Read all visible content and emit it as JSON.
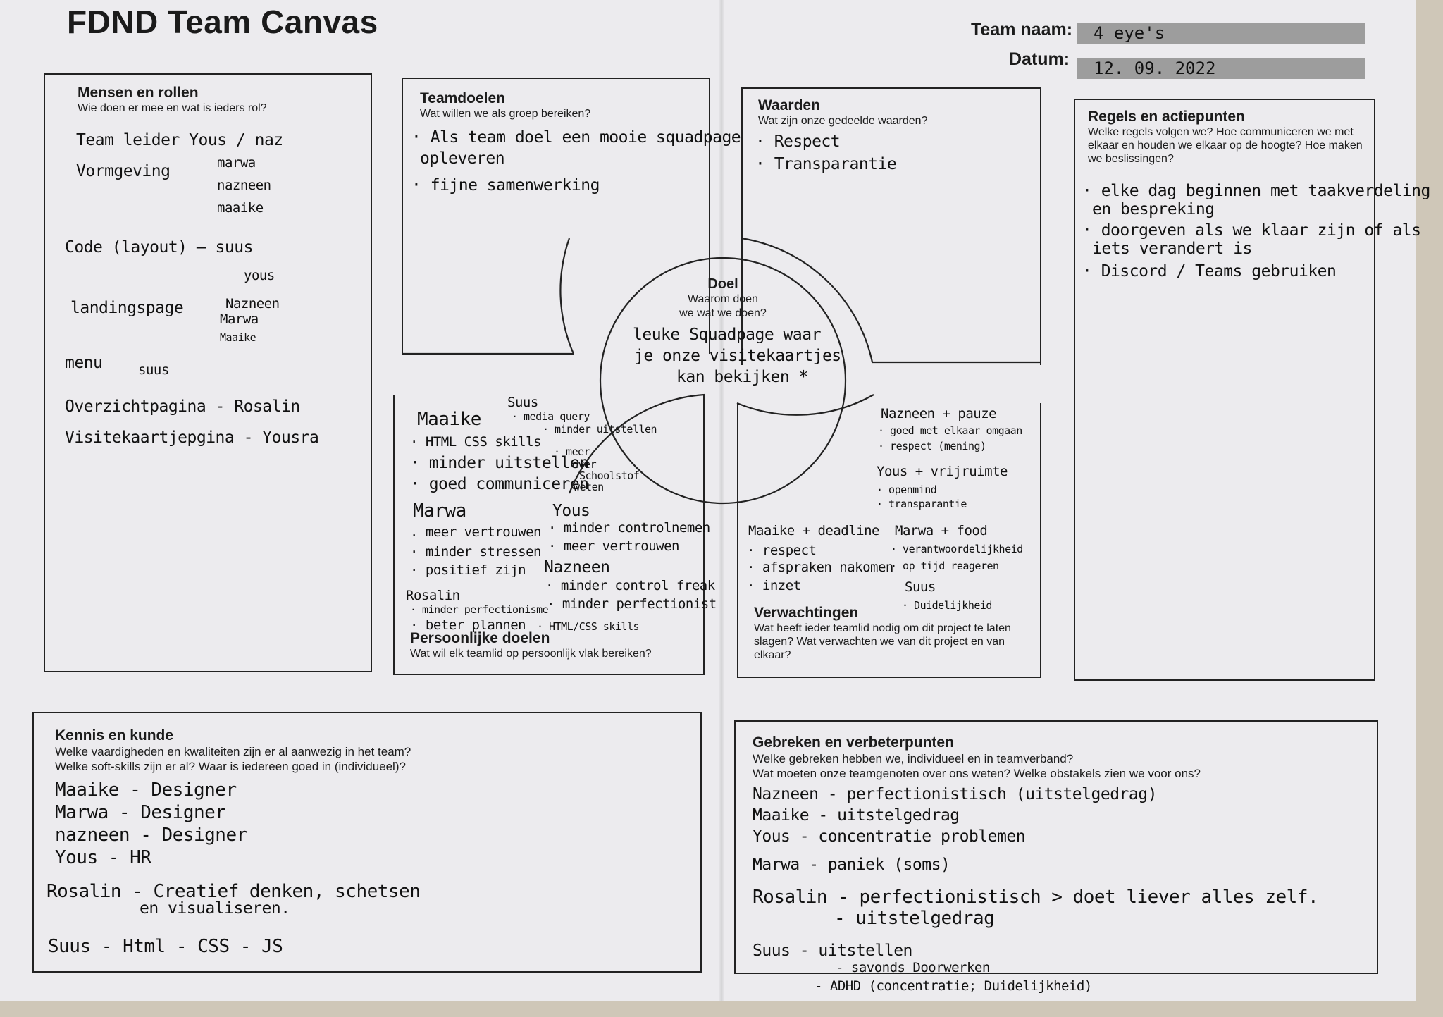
{
  "header": {
    "title": "FDND Team Canvas",
    "team_label": "Team naam:",
    "team_value": "4 eye's",
    "date_label": "Datum:",
    "date_value": "12. 09. 2022"
  },
  "mensen": {
    "title": "Mensen en rollen",
    "sub": "Wie doen er mee en wat is ieders rol?",
    "lines": [
      "Team leider  Yous / naz",
      "Vormgeving",
      "marwa",
      "nazneen",
      "maaike",
      "Code (layout) — suus",
      "yous",
      "landingspage",
      "Nazneen",
      "Marwa",
      "Maaike",
      "menu",
      "suus",
      "Overzichtpagina - Rosalin",
      "Visitekaartjepgina - Yousra"
    ]
  },
  "teamdoelen": {
    "title": "Teamdoelen",
    "sub": "Wat willen we als groep bereiken?",
    "lines": [
      "· Als team doel een mooie squadpage",
      "opleveren",
      "· fijne samenwerking"
    ]
  },
  "waarden": {
    "title": "Waarden",
    "sub": "Wat zijn onze gedeelde waarden?",
    "lines": [
      "· Respect",
      "· Transparantie"
    ]
  },
  "regels": {
    "title": "Regels en actiepunten",
    "sub": "Welke regels volgen we? Hoe communiceren we met elkaar en houden we elkaar op de hoogte? Hoe maken we beslissingen?",
    "lines": [
      "· elke dag beginnen met taakverdeling",
      "en bespreking",
      "· doorgeven als we klaar zijn of als",
      "iets verandert is",
      "· Discord / Teams gebruiken"
    ]
  },
  "doel": {
    "title": "Doel",
    "sub1": "Waarom doen",
    "sub2": "we wat we doen?",
    "lines": [
      "leuke Squadpage waar",
      "je onze visitekaartjes",
      "kan bekijken *"
    ]
  },
  "persoonlijk": {
    "title": "Persoonlijke doelen",
    "sub": "Wat wil elk teamlid op persoonlijk vlak bereiken?",
    "lines": [
      "Maaike",
      "· HTML CSS skills",
      "· minder uitstellen",
      "· goed communiceren",
      "Suus",
      "· media query",
      "· minder uitstellen",
      "· meer",
      "over",
      "Schoolstof",
      "weten",
      "Marwa",
      ". meer vertrouwen",
      "· minder stressen",
      "· positief zijn",
      "Yous",
      "· minder controlnemen",
      "· meer vertrouwen",
      "Nazneen",
      "· minder control freak",
      "· minder perfectionist",
      "Rosalin",
      "· minder perfectionisme",
      "· beter plannen",
      "· HTML/CSS skills"
    ]
  },
  "verwachtingen": {
    "title": "Verwachtingen",
    "sub": "Wat heeft ieder teamlid nodig om dit project te laten slagen? Wat verwachten we van dit project en van elkaar?",
    "lines": [
      "Nazneen + pauze",
      "· goed met elkaar omgaan",
      "· respect (mening)",
      "Yous + vrijruimte",
      "· openmind",
      "· transparantie",
      "Maaike + deadline",
      "· respect",
      "· afspraken nakomen",
      "· inzet",
      "Marwa + food",
      "· verantwoordelijkheid",
      "· op tijd reageren",
      "Suus",
      "· Duidelijkheid"
    ]
  },
  "kennis": {
    "title": "Kennis en kunde",
    "sub1": "Welke vaardigheden en kwaliteiten zijn er al aanwezig in het team?",
    "sub2": "Welke soft-skills zijn er al? Waar is iedereen goed in (individueel)?",
    "lines": [
      "Maaike - Designer",
      "Marwa - Designer",
      "nazneen - Designer",
      "Yous   - HR",
      "Rosalin - Creatief denken, schetsen",
      "en visualiseren.",
      "Suus - Html - CSS - JS"
    ]
  },
  "gebreken": {
    "title": "Gebreken en verbeterpunten",
    "sub1": "Welke gebreken hebben we, individueel en in teamverband?",
    "sub2": "Wat moeten onze teamgenoten over ons weten? Welke obstakels zien we voor ons?",
    "lines": [
      "Nazneen - perfectionistisch (uitstelgedrag)",
      "Maaike - uitstelgedrag",
      "Yous   - concentratie problemen",
      "Marwa - paniek (soms)",
      "Rosalin - perfectionistisch > doet liever alles zelf.",
      "- uitstelgedrag",
      "Suus - uitstellen",
      "- savonds Doorwerken",
      "- ADHD (concentratie; Duidelijkheid)"
    ]
  }
}
